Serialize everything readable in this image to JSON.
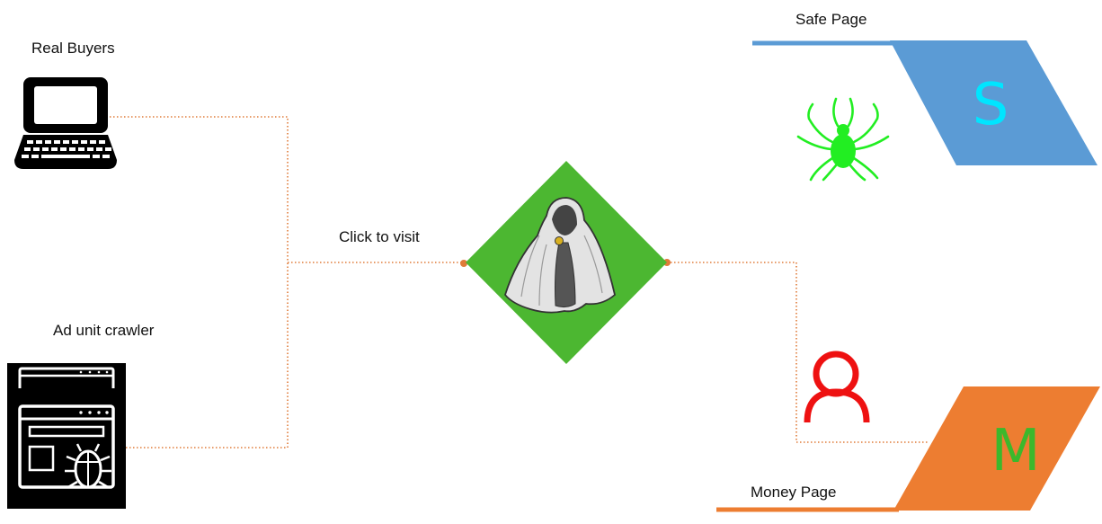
{
  "labels": {
    "real_buyers": "Real Buyers",
    "ad_unit_crawler": "Ad unit crawler",
    "click_to_visit": "Click to visit",
    "safe_page": "Safe Page",
    "money_page": "Money Page"
  },
  "pages": {
    "safe_letter": "S",
    "money_letter": "M"
  },
  "colors": {
    "connector": "#e07b39",
    "cloak_diamond": "#4cb731",
    "safe_page_fill": "#5b9bd5",
    "safe_letter": "#00e5ff",
    "money_page_fill": "#ed7d31",
    "money_letter": "#3cb82c",
    "spider": "#22ee22",
    "user_icon": "#ee1111"
  },
  "icons": [
    "laptop-icon",
    "bug-browser-icon",
    "cloak-icon",
    "spider-icon",
    "user-icon"
  ]
}
